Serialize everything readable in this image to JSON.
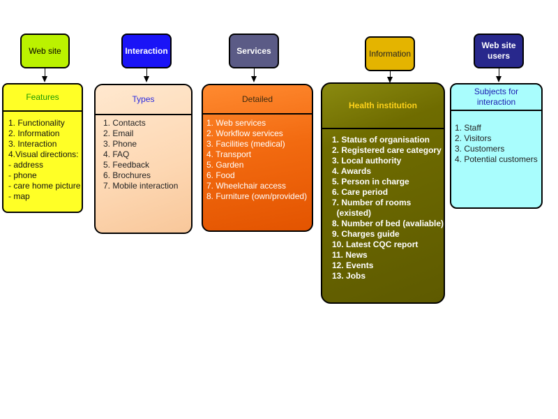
{
  "columns": [
    {
      "top_label": "Web site",
      "header": "Features",
      "items": [
        "1. Functionality",
        "2. Information",
        "3. Interaction",
        "4.Visual directions:",
        "- address",
        "- phone",
        "- care home picture",
        "- map"
      ]
    },
    {
      "top_label": "Interaction",
      "header": "Types",
      "items": [
        "1. Contacts",
        "2. Email",
        "3. Phone",
        "4. FAQ",
        "5. Feedback",
        "6. Brochures",
        "7. Mobile interaction"
      ]
    },
    {
      "top_label": "Services",
      "header": "Detailed",
      "items": [
        "1. Web services",
        "2. Workflow services",
        "3. Facilities (medical)",
        "4. Transport",
        "5. Garden",
        "6. Food",
        "7. Wheelchair access",
        "8. Furniture (own/provided)"
      ]
    },
    {
      "top_label": "Information",
      "header": "Health  institution",
      "items": [
        "1. Status of organisation",
        "2. Registered care category",
        "3. Local authority",
        "4. Awards",
        "5. Person in charge",
        "6. Care period",
        "7. Number of rooms",
        "  (existed)",
        "8. Number of bed (avaliable)",
        "9. Charges guide",
        "10. Latest CQC  report",
        "11. News",
        "12. Events",
        "13. Jobs"
      ]
    },
    {
      "top_label": "Web site users",
      "header": "Subjects for interaction",
      "items": [
        "1. Staff",
        "2. Visitors",
        "3. Customers",
        "4. Potential  customers"
      ]
    }
  ]
}
